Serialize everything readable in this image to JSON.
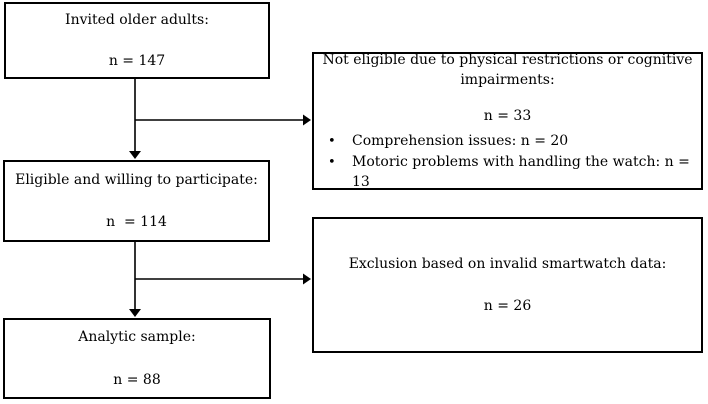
{
  "diagram": {
    "type": "participant-flowchart",
    "colors": {
      "border": "#000000",
      "background": "#ffffff",
      "text": "#000000"
    },
    "boxes": {
      "invited": {
        "label": "Invited older adults:",
        "n": "n = 147"
      },
      "not_eligible": {
        "label": "Not eligible due to physical restrictions or cognitive impairments:",
        "n": "n = 33",
        "bullet_glyph": "•",
        "bullets": [
          "Comprehension issues: n = 20",
          "Motoric problems with handling the watch: n = 13"
        ]
      },
      "eligible": {
        "label": "Eligible and willing to participate:",
        "n": "n  = 114"
      },
      "exclusion": {
        "label": "Exclusion based on invalid smartwatch data:",
        "n": "n = 26"
      },
      "analytic": {
        "label": "Analytic sample:",
        "n": "n = 88"
      }
    }
  }
}
